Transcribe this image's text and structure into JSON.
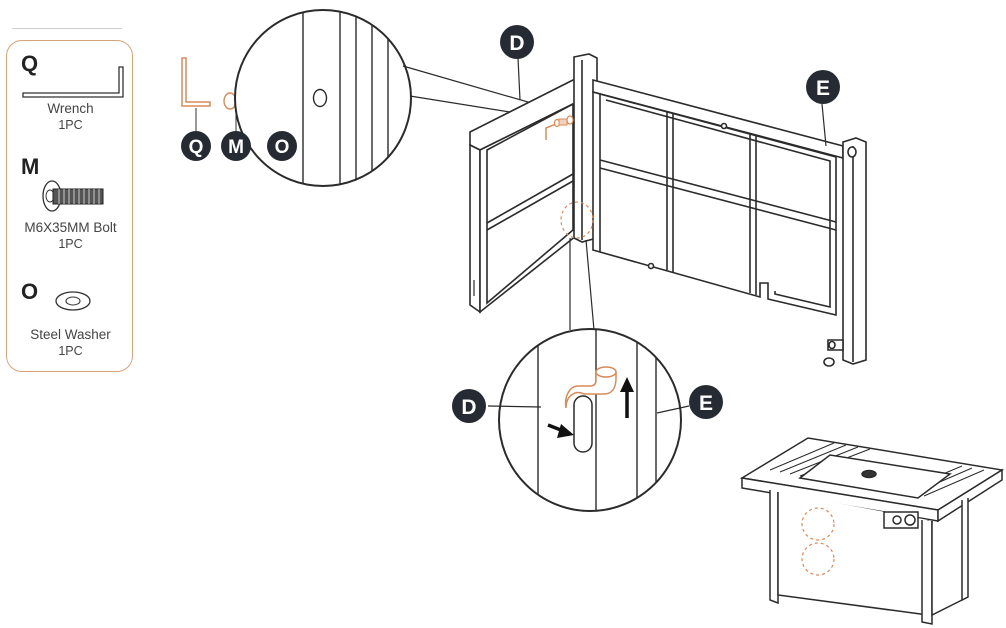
{
  "parts": [
    {
      "letter": "Q",
      "name": "Wrench",
      "qty": "1PC"
    },
    {
      "letter": "M",
      "name": "M6X35MM Bolt",
      "qty": "1PC"
    },
    {
      "letter": "O",
      "name": "Steel Washer",
      "qty": "1PC"
    }
  ],
  "callouts": {
    "detail_q": "Q",
    "detail_m": "M",
    "detail_o": "O",
    "panel_d": "D",
    "panel_e": "E",
    "zoom_d": "D",
    "zoom_e": "E"
  },
  "colors": {
    "line": "#2b2b2b",
    "accent_orange": "#d98a5a",
    "panel_border": "#d9a27b",
    "badge": "#262a33"
  }
}
